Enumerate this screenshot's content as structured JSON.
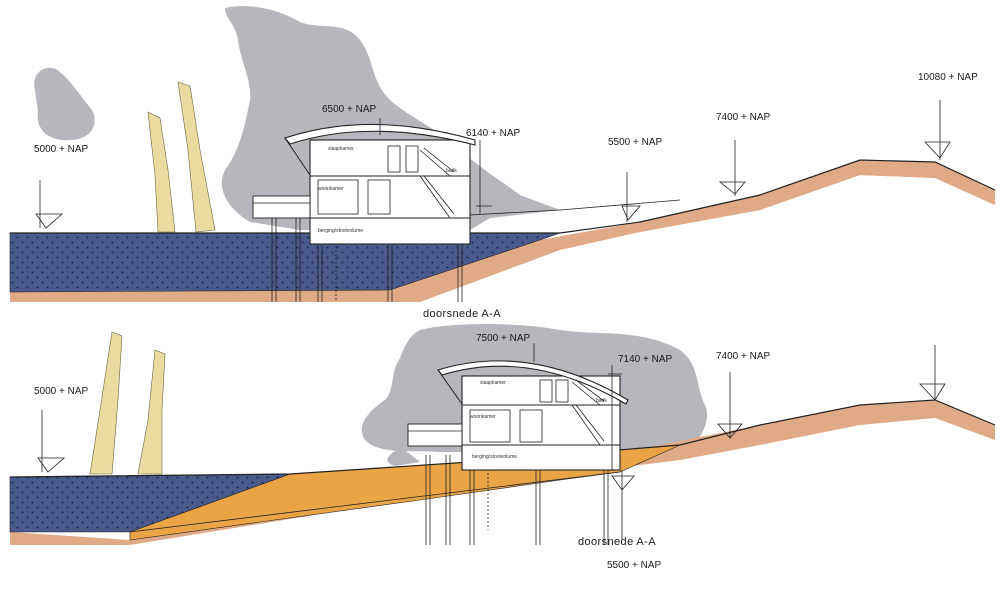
{
  "colors": {
    "water": "#4a5a8c",
    "water_dots": "#1d2850",
    "soil": "#e0aa86",
    "sand": "#eba445",
    "cloud": "#a8aab0",
    "tree": "#e8dca0",
    "line": "#222222"
  },
  "sections": [
    {
      "id": "top",
      "levels": {
        "left": "5000 + NAP",
        "roof": "6500 + NAP",
        "house_right": "6140 + NAP",
        "mid": "5500 + NAP",
        "ridge": "7400 + NAP",
        "far": "10080 + NAP"
      },
      "caption": "doorsnede A-A",
      "rooms": {
        "upper": "slaapkamer",
        "middle": "woonkamer",
        "bathroom": "badk",
        "lower": "berging/stootvolume"
      }
    },
    {
      "id": "bottom",
      "levels": {
        "left": "5000 + NAP",
        "roof": "7500 + NAP",
        "house_right": "7140 + NAP",
        "ridge": "7400 + NAP",
        "below": "5500 + NAP"
      },
      "caption": "doorsnede A-A",
      "rooms": {
        "upper": "slaapkamer",
        "middle": "woonkamer",
        "bathroom": "badk",
        "lower": "berging/stootvolume"
      }
    }
  ]
}
